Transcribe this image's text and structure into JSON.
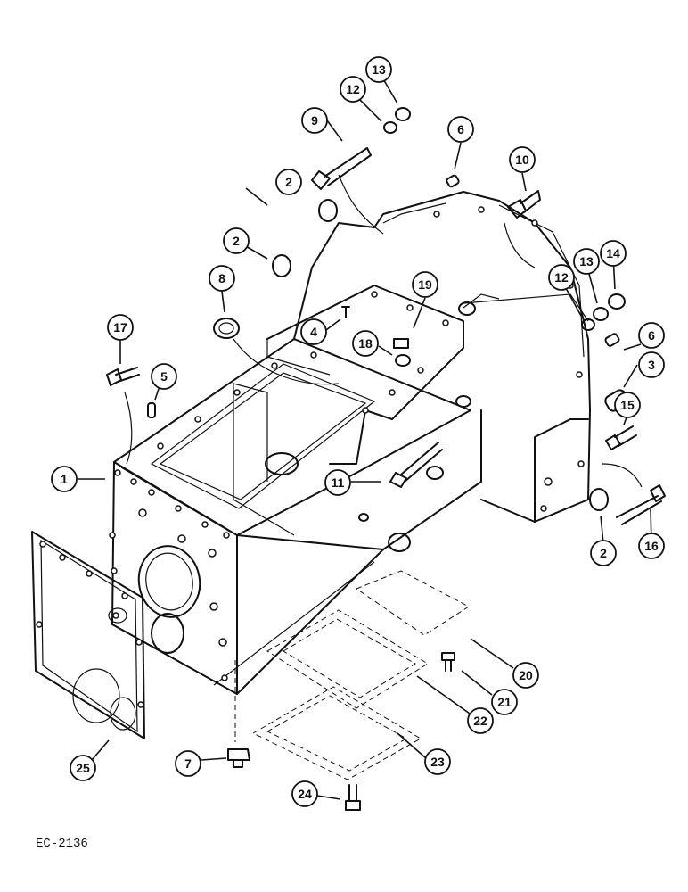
{
  "drawing_code": "EC-2136",
  "callouts": [
    {
      "id": "c1",
      "label": "1"
    },
    {
      "id": "c2a",
      "label": "2"
    },
    {
      "id": "c2b",
      "label": "2"
    },
    {
      "id": "c2c",
      "label": "2"
    },
    {
      "id": "c3",
      "label": "3"
    },
    {
      "id": "c4",
      "label": "4"
    },
    {
      "id": "c5",
      "label": "5"
    },
    {
      "id": "c6a",
      "label": "6"
    },
    {
      "id": "c6b",
      "label": "6"
    },
    {
      "id": "c7",
      "label": "7"
    },
    {
      "id": "c8",
      "label": "8"
    },
    {
      "id": "c9",
      "label": "9"
    },
    {
      "id": "c10",
      "label": "10"
    },
    {
      "id": "c11",
      "label": "11"
    },
    {
      "id": "c12a",
      "label": "12"
    },
    {
      "id": "c12b",
      "label": "12"
    },
    {
      "id": "c13a",
      "label": "13"
    },
    {
      "id": "c13b",
      "label": "13"
    },
    {
      "id": "c14",
      "label": "14"
    },
    {
      "id": "c15",
      "label": "15"
    },
    {
      "id": "c16",
      "label": "16"
    },
    {
      "id": "c17",
      "label": "17"
    },
    {
      "id": "c18",
      "label": "18"
    },
    {
      "id": "c19",
      "label": "19"
    },
    {
      "id": "c20",
      "label": "20"
    },
    {
      "id": "c21",
      "label": "21"
    },
    {
      "id": "c22",
      "label": "22"
    },
    {
      "id": "c23",
      "label": "23"
    },
    {
      "id": "c24",
      "label": "24"
    },
    {
      "id": "c25",
      "label": "25"
    }
  ]
}
